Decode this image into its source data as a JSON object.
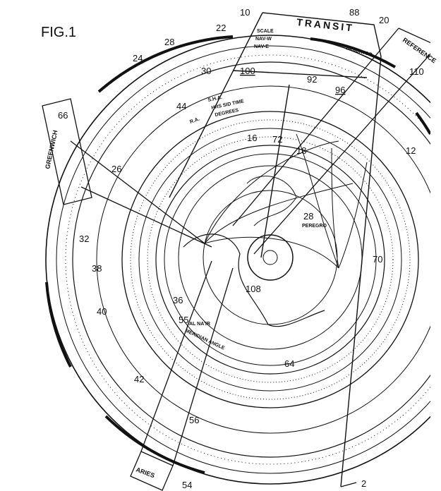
{
  "figure": {
    "title": "FIG.1",
    "slides": {
      "transit": "TRANSIT",
      "reference": "REFERENCE",
      "greenwich": "GREENWICH",
      "aries": "ARIES"
    },
    "scale_labels": {
      "scale": "SCALE",
      "nav_w": "NAV-W",
      "nav_e": "NAV-E",
      "sha": "S.H.A.",
      "hrs_sid_time": "HRS SID TIME",
      "degrees": "DEGREES",
      "ra": "R.A.",
      "indicator": "INDICATOR",
      "meridian_angle": "MERIDIAN ANGLE",
      "star": "AL NA'IR",
      "pole": "PEREGRO"
    },
    "refs": {
      "r10": "10",
      "r88": "88",
      "r20": "20",
      "r110": "110",
      "r22": "22",
      "r28a": "28",
      "r24": "24",
      "r30": "30",
      "r100": "100",
      "r92": "92",
      "r96": "96",
      "r44": "44",
      "r66": "66",
      "r26": "26",
      "r16": "16",
      "r72": "72",
      "r18": "18",
      "r12": "12",
      "r28b": "28",
      "r32": "32",
      "r38": "38",
      "r70": "70",
      "r108": "108",
      "r40": "40",
      "r36": "36",
      "r55": "55",
      "r42": "42",
      "r64": "64",
      "r56": "56",
      "r54": "54",
      "r2": "2"
    }
  }
}
